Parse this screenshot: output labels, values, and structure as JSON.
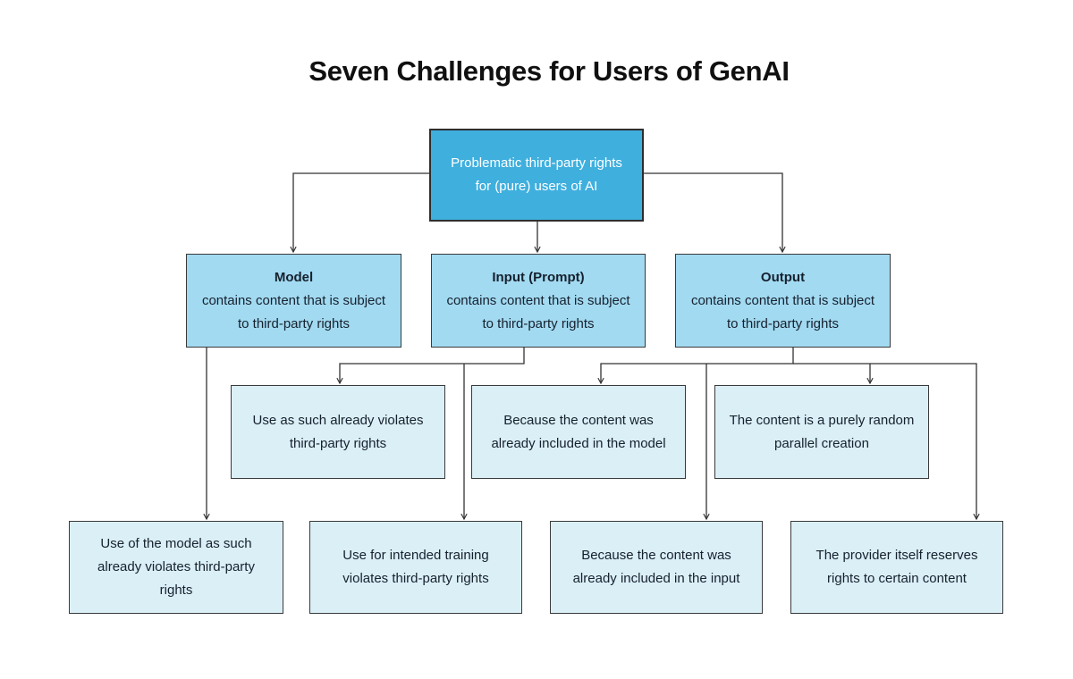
{
  "title": "Seven Challenges for Users of GenAI",
  "colors": {
    "root_fill": "#3fafde",
    "branch_fill": "#a2daf1",
    "leaf_fill": "#dbeff7",
    "border": "#3a3a3a",
    "line": "#333333",
    "root_text": "#ffffff",
    "text": "#16212e"
  },
  "nodes": {
    "root": {
      "text": "Problematic third-party rights for (pure) users of AI"
    },
    "model": {
      "heading": "Model",
      "body": "contains content that is subject to third-party rights"
    },
    "input": {
      "heading": "Input (Prompt)",
      "body": "contains content that is subject to third-party rights"
    },
    "output": {
      "heading": "Output",
      "body": "contains content that is subject to third-party rights"
    },
    "use_as_such": {
      "text": "Use as such already violates third-party rights"
    },
    "included_model": {
      "text": "Because the content was already included in the model"
    },
    "random_parallel": {
      "text": "The content is a purely random parallel creation"
    },
    "use_of_model": {
      "text": "Use of the model as such already violates third-party rights"
    },
    "intended_training": {
      "text": "Use for intended training violates third-party rights"
    },
    "included_input": {
      "text": "Because the content was already included in the input"
    },
    "provider_reserves": {
      "text": "The provider itself reserves rights to certain content"
    }
  },
  "edges": [
    {
      "from": "root",
      "to": "model"
    },
    {
      "from": "root",
      "to": "input"
    },
    {
      "from": "root",
      "to": "output"
    },
    {
      "from": "model",
      "to": "use_of_model"
    },
    {
      "from": "input",
      "to": "use_as_such"
    },
    {
      "from": "input",
      "to": "intended_training"
    },
    {
      "from": "output",
      "to": "included_model"
    },
    {
      "from": "output",
      "to": "included_input"
    },
    {
      "from": "output",
      "to": "random_parallel"
    },
    {
      "from": "output",
      "to": "provider_reserves"
    }
  ]
}
